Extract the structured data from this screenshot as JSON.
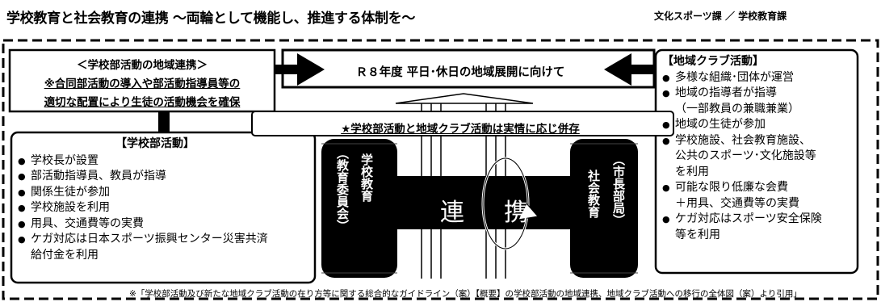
{
  "header": {
    "title": "学校教育と社会教育の連携 ～両輪として機能し、推進する体制を～",
    "departments": "文化スポーツ課 ／ 学校教育課"
  },
  "left_top": {
    "heading": "＜学校部活動の地域連携＞",
    "line1": "※合同部活動の導入や部活動指導員等の",
    "line2": "適切な配置により生徒の活動機会を確保"
  },
  "center": {
    "r8_label": "Ｒ８年度 平日･休日の地域展開に向けて",
    "coexist_label": "★学校部活動と地域クラブ活動は実情に応じ併存",
    "renkei_1": "連",
    "renkei_2": "携",
    "left_wheel_main": "学校教育",
    "left_wheel_sub": "（教育委員会）",
    "right_wheel_main": "社会教育",
    "right_wheel_sub": "（市長部局）"
  },
  "school_club": {
    "heading": "【学校部活動】",
    "items": [
      "学校長が設置",
      "部活動指導員、教員が指導",
      "関係生徒が参加",
      "学校施設を利用",
      "用具、交通費等の実費",
      "ケガ対応は日本スポーツ振興センター災害共済"
    ],
    "item6_cont": "給付金を利用"
  },
  "community_club": {
    "heading": "【地域クラブ活動】",
    "item1": "多様な組織･団体が運営",
    "item2": "地域の指導者が指導",
    "item2_cont": "（一部教員の兼職兼業）",
    "item3": "地域の生徒が参加",
    "item4": "学校施設、社会教育施設、",
    "item4_cont1": "公共のスポーツ･文化施設等",
    "item4_cont2": "を利用",
    "item5": "可能な限り低廉な会費",
    "item5_cont": "＋用具、交通費等の実費",
    "item6": "ケガ対応はスポーツ安全保険",
    "item6_cont": "等を利用"
  },
  "footnote": "※「学校部活動及び新たな地域クラブ活動の在り方等に関する総合的なガイドライン（案）【概要】の学校部活動の地域連携、地域クラブ活動への移行の全体図（案）より引用」"
}
